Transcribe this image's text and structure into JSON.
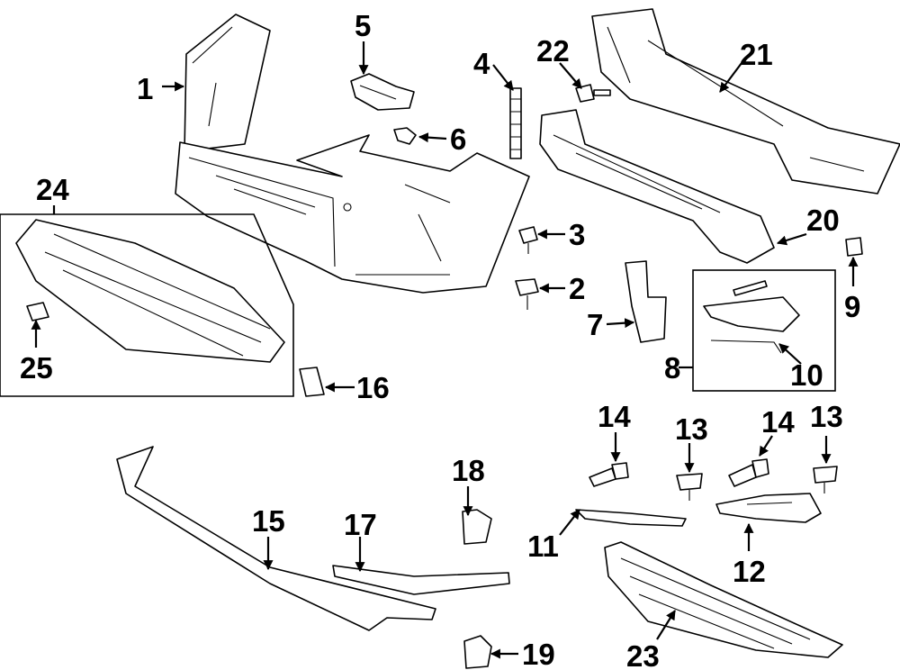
{
  "callouts": {
    "c1": "1",
    "c2": "2",
    "c3": "3",
    "c4": "4",
    "c5": "5",
    "c6": "6",
    "c7": "7",
    "c8": "8",
    "c9": "9",
    "c10": "10",
    "c11": "11",
    "c12": "12",
    "c13a": "13",
    "c13b": "13",
    "c14a": "14",
    "c14b": "14",
    "c15": "15",
    "c16": "16",
    "c17": "17",
    "c18": "18",
    "c19": "19",
    "c20": "20",
    "c21": "21",
    "c22": "22",
    "c23": "23",
    "c24": "24",
    "c25": "25"
  }
}
